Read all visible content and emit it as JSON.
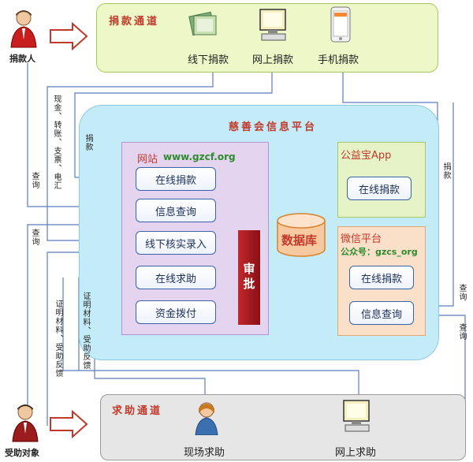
{
  "donation_channel": {
    "title": "捐款通道",
    "items": [
      "线下捐款",
      "网上捐款",
      "手机捐款"
    ]
  },
  "donor_label": "捐款人",
  "recipient_label": "受助对象",
  "platform": {
    "title": "慈善会信息平台",
    "website": {
      "label": "网站",
      "url": "www.gzcf.org",
      "buttons": [
        "在线捐款",
        "信息查询",
        "线下核实录入",
        "在线求助",
        "资金拨付"
      ]
    },
    "approval": "审批",
    "database": "数据库",
    "app": {
      "label": "公益宝App",
      "button": "在线捐款"
    },
    "wechat": {
      "label": "微信平台",
      "account": "公众号：gzcs_org",
      "buttons": [
        "在线捐款",
        "信息查询"
      ]
    }
  },
  "help_channel": {
    "title": "求助通道",
    "items": [
      "现场求助",
      "网上求助"
    ]
  },
  "edge_labels": {
    "cash": "现金、转账、支票、电汇",
    "donate": "捐款",
    "query": "查询",
    "proof": "证明材料、受助反馈",
    "proof2": "证明材料、受助反馈",
    "donate_right": "捐款",
    "query_right1": "查询",
    "query_right2": "查询",
    "query_left2": "查询"
  },
  "colors": {
    "top_panel": "#eef7c8",
    "platform": "#c4ecf8",
    "website": "#e4d4f0",
    "app": "#e6f3c6",
    "wechat": "#fbe0c9",
    "approval": "#a3161e",
    "database": "#f7c9a0",
    "arrow_line": "#5b7dc0"
  }
}
